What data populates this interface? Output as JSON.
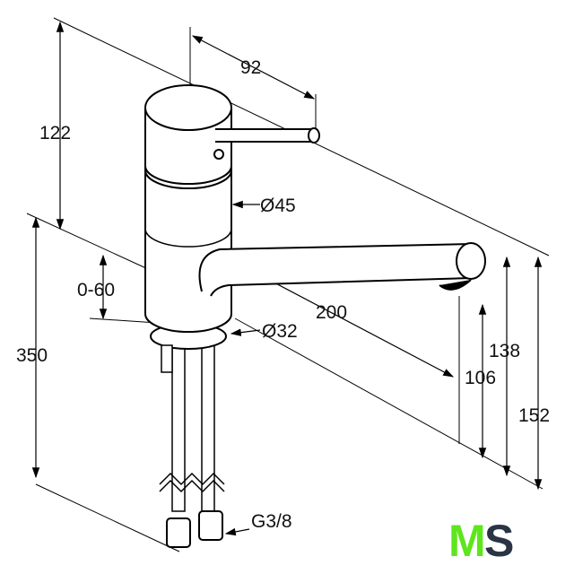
{
  "dimensions": {
    "lever_reach": "92",
    "height_top": "122",
    "body_diameter": "Ø45",
    "total_height": "350",
    "swivel_range": "0-60",
    "spout_reach": "200",
    "base_diameter": "Ø32",
    "spout_height": "138",
    "outlet_height": "106",
    "overall_height": "152",
    "connection": "G3/8"
  },
  "logo": {
    "left": "M",
    "right": "S",
    "colors": {
      "left": "#5ee61c",
      "right": "#2b3445"
    }
  }
}
